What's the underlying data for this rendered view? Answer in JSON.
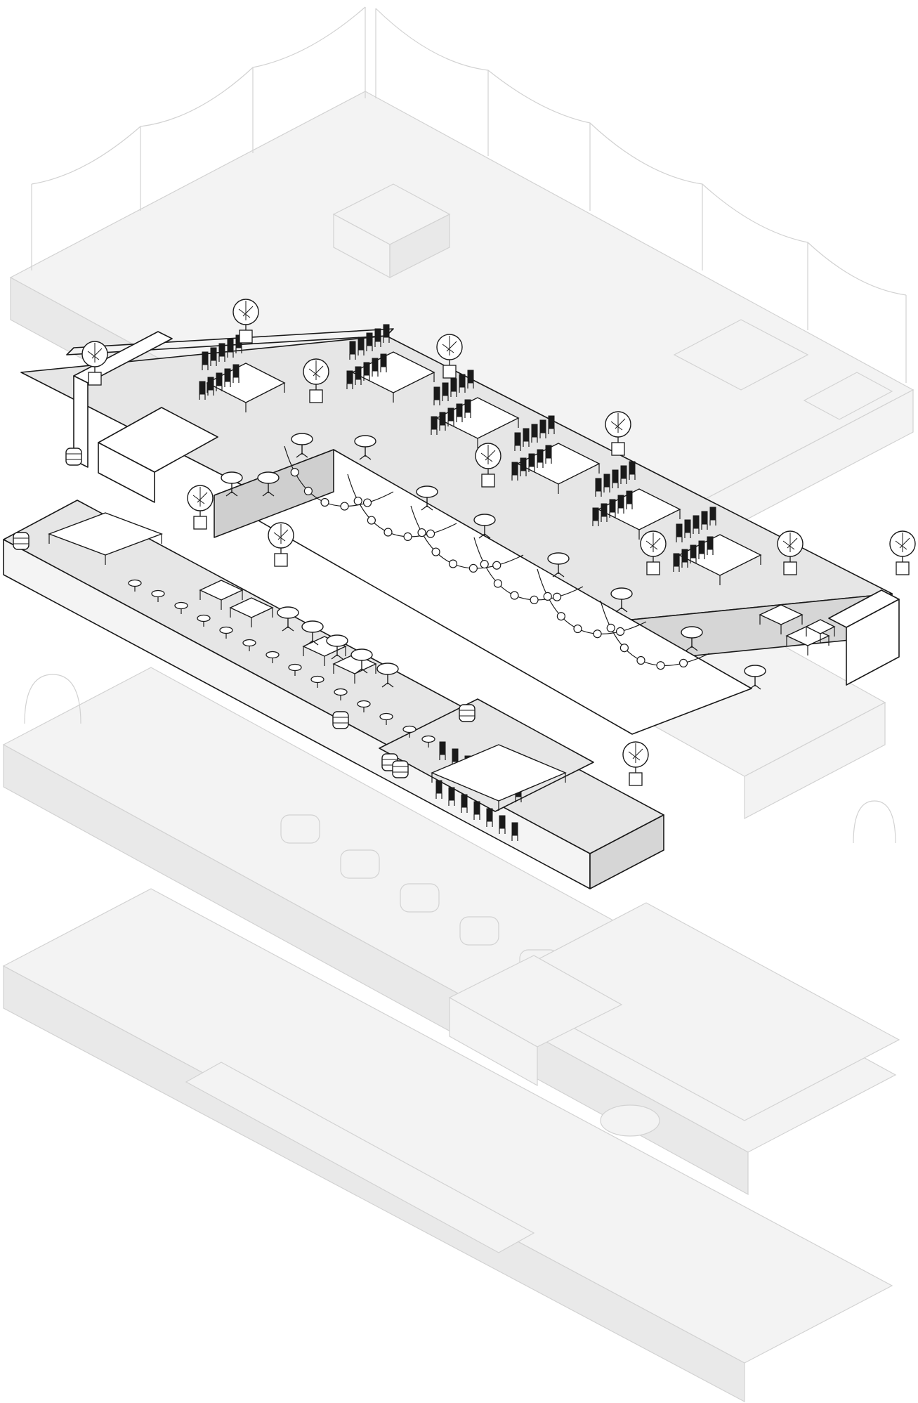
{
  "colors": {
    "background": "#ffffff",
    "ghost_line": "#d2d2d2",
    "ghost_fill": "#f3f3f3",
    "ghost_fill_dark": "#e9e9e9",
    "main_line": "#1a1a1a",
    "main_top": "#e6e6e6",
    "main_side": "#f4f4f4",
    "main_side_dark": "#d6d6d6",
    "main_well": "#cfcfcf",
    "furniture": "#ffffff"
  },
  "layers": [
    {
      "id": "rooftop-terrace",
      "state": "ghosted"
    },
    {
      "id": "mid-level-dining-floor",
      "state": "highlighted"
    },
    {
      "id": "lower-level-floor",
      "state": "ghosted"
    },
    {
      "id": "ground-floor",
      "state": "ghosted"
    }
  ],
  "icons": {
    "plant": "potted-tree-icon",
    "table": "table-icon",
    "chair": "chair-icon",
    "barrel": "barrel-icon",
    "bar_stool": "bar-stool-icon",
    "string_light": "string-light-icon"
  }
}
